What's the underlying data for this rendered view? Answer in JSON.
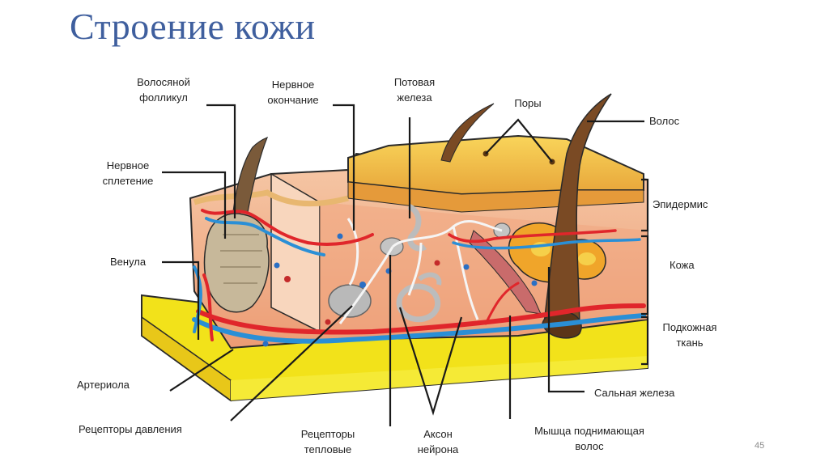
{
  "slide": {
    "title": "Строение кожи",
    "page_number": "45"
  },
  "labels": {
    "hair_follicle": [
      "Волосяной",
      "фолликул"
    ],
    "nerve_ending": [
      "Нервное",
      "окончание"
    ],
    "sweat_gland": [
      "Потовая",
      "железа"
    ],
    "pores": "Поры",
    "hair": "Волос",
    "nerve_plexus": [
      "Нервное",
      "сплетение"
    ],
    "epidermis": "Эпидермис",
    "venule": "Венула",
    "dermis": "Кожа",
    "subcutaneous": [
      "Подкожная",
      "ткань"
    ],
    "arteriole": "Артериола",
    "sebaceous_gland": "Сальная железа",
    "pressure_receptors": "Рецепторы давления",
    "heat_receptors": [
      "Рецепторы",
      "тепловые"
    ],
    "axon": [
      "Аксон",
      "нейрона"
    ],
    "arrector_muscle": [
      "Мышца поднимающая",
      "волос"
    ]
  },
  "colors": {
    "title": "#3f5f9e",
    "subcutaneous": "#f2e21a",
    "dermis": "#f0b48c",
    "epidermis": "#f4c84a",
    "artery": "#e0262b",
    "vein": "#2a8fd6"
  }
}
